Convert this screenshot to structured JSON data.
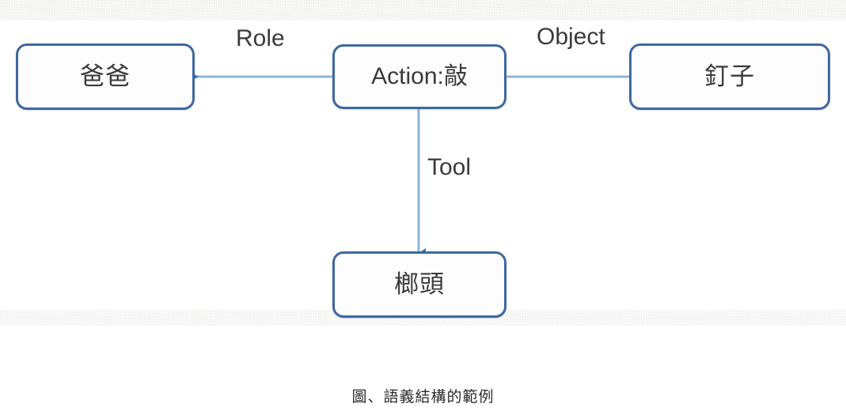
{
  "figure": {
    "caption": "圖、語義結構的範例",
    "colors": {
      "node_border": "#3f68a0",
      "node_fill": "#fdfdfd",
      "edge_line": "#8fb4d9",
      "arrow_head": "#2e74b5",
      "text": "#3a3a3a",
      "background": "#ffffff"
    },
    "nodes": [
      {
        "id": "agent",
        "label": "爸爸",
        "role": "agent"
      },
      {
        "id": "action",
        "label": "Action:敲",
        "role": "predicate"
      },
      {
        "id": "object",
        "label": "釘子",
        "role": "object"
      },
      {
        "id": "tool",
        "label": "榔頭",
        "role": "instrument"
      }
    ],
    "edges": [
      {
        "id": "role",
        "label": "Role",
        "from": "action",
        "to": "agent",
        "direction": "left"
      },
      {
        "id": "object",
        "label": "Object",
        "from": "action",
        "to": "object",
        "direction": "right"
      },
      {
        "id": "tool",
        "label": "Tool",
        "from": "action",
        "to": "tool",
        "direction": "down"
      }
    ]
  }
}
